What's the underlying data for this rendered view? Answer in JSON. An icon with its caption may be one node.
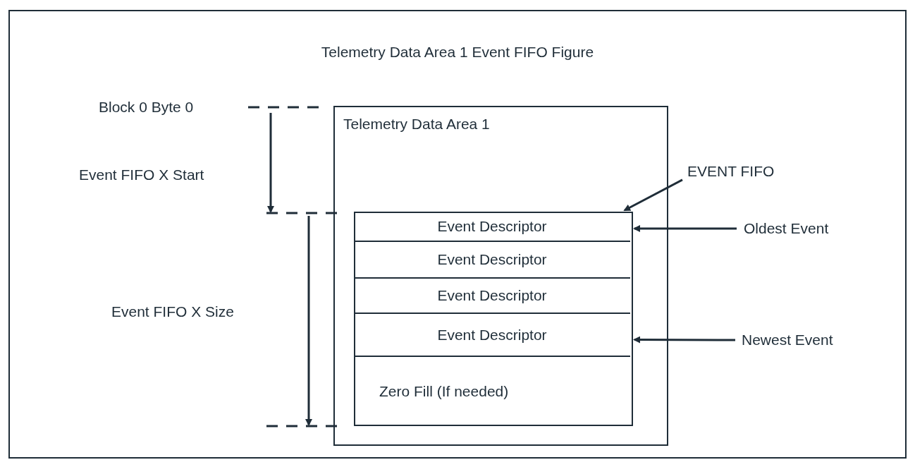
{
  "diagram": {
    "title": "Telemetry Data Area 1 Event FIFO Figure",
    "nodes": [
      {
        "text": [
          "Telemetry Data Area 1"
        ]
      },
      {
        "text": [],
        "shape": "box",
        "in": 0
      },
      {
        "text": [
          "Event Descriptor"
        ],
        "in": 1
      },
      {
        "text": [
          "Event Descriptor"
        ],
        "in": 1
      },
      {
        "text": [
          "Event Descriptor"
        ],
        "in": 1
      },
      {
        "text": [
          "Event Descriptor"
        ],
        "in": 1
      },
      {
        "text": [
          "Zero Fill (If needed)"
        ],
        "in": 1
      },
      {
        "text": [
          "EVENT FIFO"
        ]
      },
      {
        "text": [
          "Oldest Event"
        ]
      },
      {
        "text": [
          "Newest Event"
        ]
      }
    ],
    "edges": [
      {
        "from": 7,
        "to": 1,
        "arrow": "to"
      },
      {
        "from": 8,
        "to": 2,
        "arrow": "to"
      },
      {
        "from": 9,
        "to": 5,
        "arrow": "to"
      }
    ],
    "labels": [
      "Block 0 Byte 0",
      "Event FIFO X Start",
      "Event FIFO X Size"
    ]
  }
}
